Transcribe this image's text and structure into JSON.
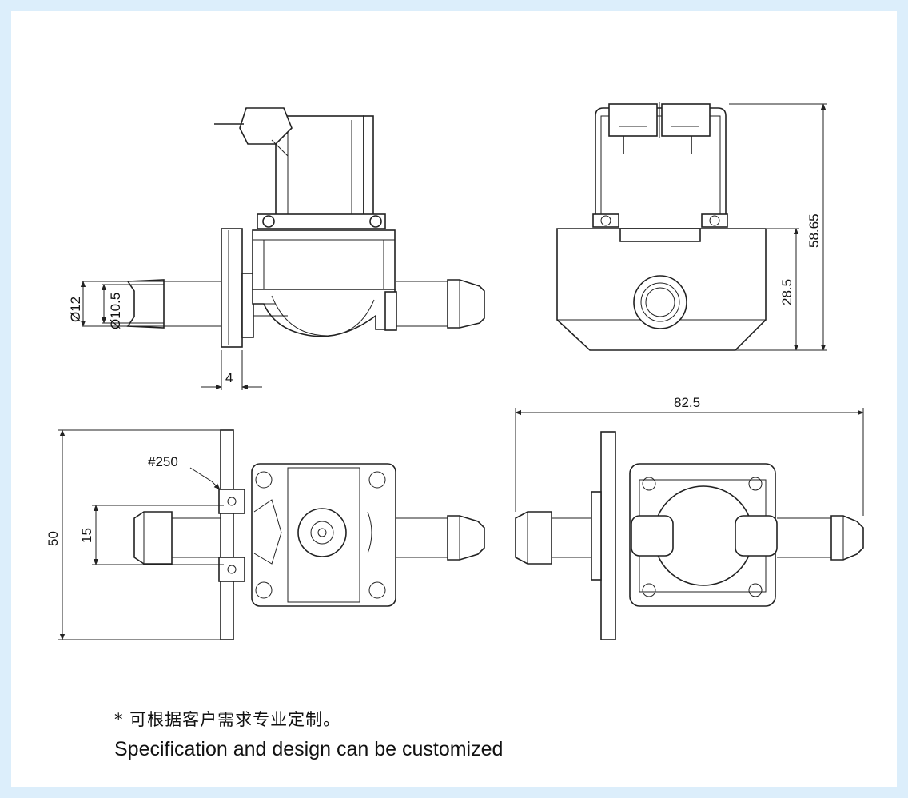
{
  "dimensions": {
    "d12": "Ø12",
    "d10_5": "Ø10.5",
    "t4": "4",
    "h58_65": "58.65",
    "h28_5": "28.5",
    "w82_5": "82.5",
    "h50": "50",
    "s15": "15",
    "terminal": "#250"
  },
  "notes": {
    "chinese": "* 可根据客户需求专业定制。",
    "english": "Specification and design can be customized"
  },
  "colors": {
    "frame": "#dceefb",
    "paper": "#ffffff",
    "line": "#222222"
  }
}
